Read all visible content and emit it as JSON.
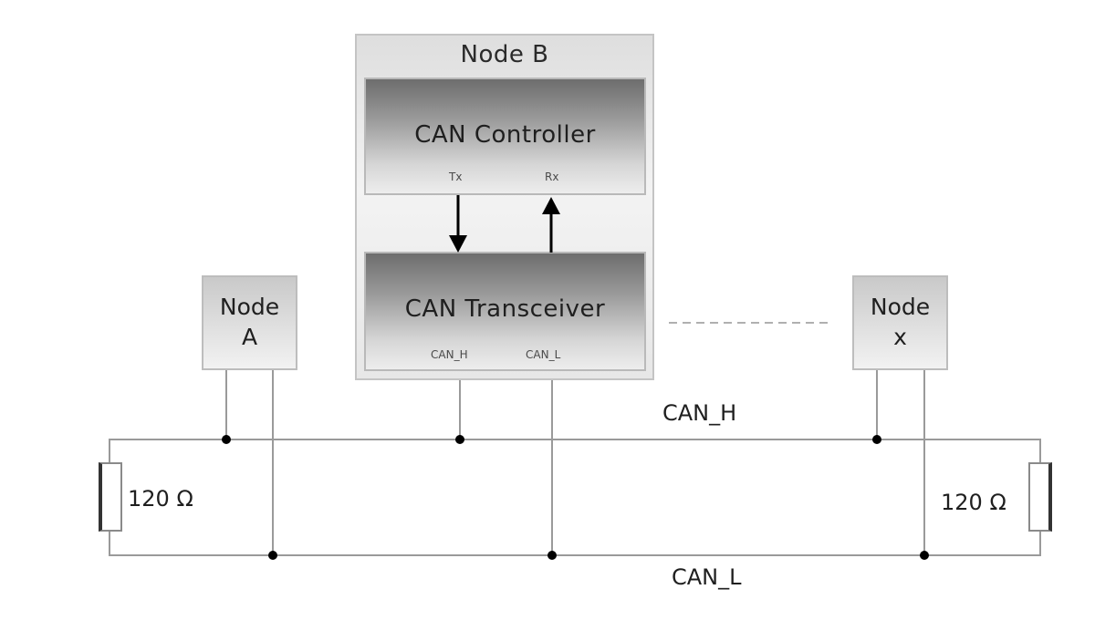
{
  "node_b": {
    "title": "Node B",
    "controller": {
      "title": "CAN Controller",
      "tx": "Tx",
      "rx": "Rx"
    },
    "transceiver": {
      "title": "CAN Transceiver",
      "can_h": "CAN_H",
      "can_l": "CAN_L"
    }
  },
  "node_a": {
    "line1": "Node",
    "line2": "A"
  },
  "node_x": {
    "line1": "Node",
    "line2": "x"
  },
  "bus": {
    "can_h_label": "CAN_H",
    "can_l_label": "CAN_L"
  },
  "resistors": {
    "left_label": "120 Ω",
    "right_label": "120 Ω"
  },
  "colors": {
    "wire": "#9a9a9a",
    "junction": "#000000",
    "dashed": "#b0b0b0",
    "arrow": "#000000"
  }
}
